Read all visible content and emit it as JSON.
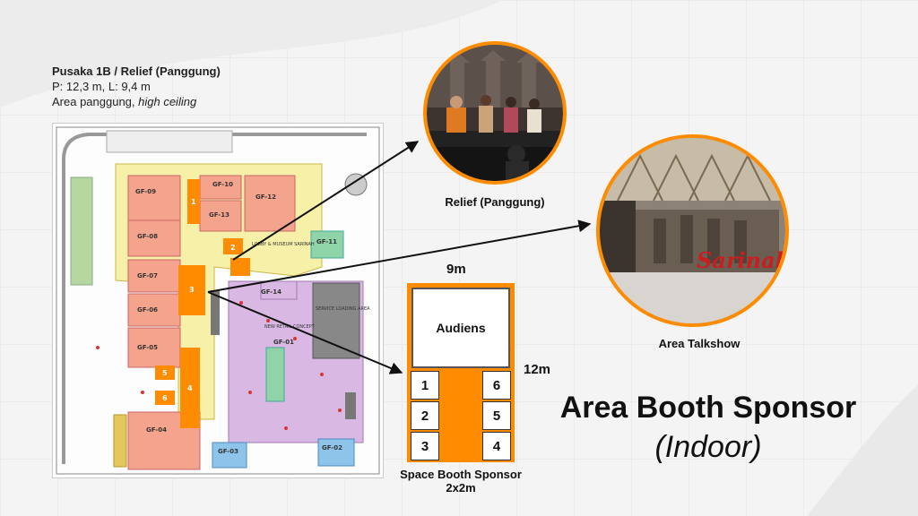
{
  "venue": {
    "title": "Pusaka 1B / Relief (Panggung)",
    "dimensions": "P: 12,3 m, L: 9,4 m",
    "note_prefix": "Area panggung, ",
    "note_italic": "high ceiling"
  },
  "photos": {
    "relief_caption": "Relief (Panggung)",
    "talkshow_caption": "Area Talkshow",
    "sign_text": "Sarinah"
  },
  "booth_layout": {
    "width_label": "9m",
    "height_label": "12m",
    "audience_label": "Audiens",
    "booths": [
      "1",
      "2",
      "3",
      "4",
      "5",
      "6"
    ],
    "caption_line1": "Space Booth Sponsor",
    "caption_line2": "2x2m"
  },
  "heading": {
    "title": "Area Booth Sponsor",
    "subtitle": "(Indoor)"
  },
  "floor_plan": {
    "zones": [
      "GF-09",
      "GF-10",
      "GF-12",
      "GF-13",
      "GF-08",
      "GF-11",
      "GF-07",
      "GF-06",
      "GF-05",
      "GF-14",
      "GF-01",
      "GF-04",
      "GF-03",
      "GF-02"
    ],
    "labels": {
      "lobby": "LOBBY & MUSEUM SARINAH",
      "service": "SERVICE LOADING AREA",
      "retail": "NEW RETAIL CONCEPT"
    },
    "numbered_spots": [
      "1",
      "2",
      "3",
      "4",
      "5",
      "6"
    ]
  },
  "colors": {
    "accent": "#ff8c00",
    "salmon": "#f4a38c",
    "lavender": "#d9b8e4",
    "plan_yellow": "#f6f0a8"
  }
}
